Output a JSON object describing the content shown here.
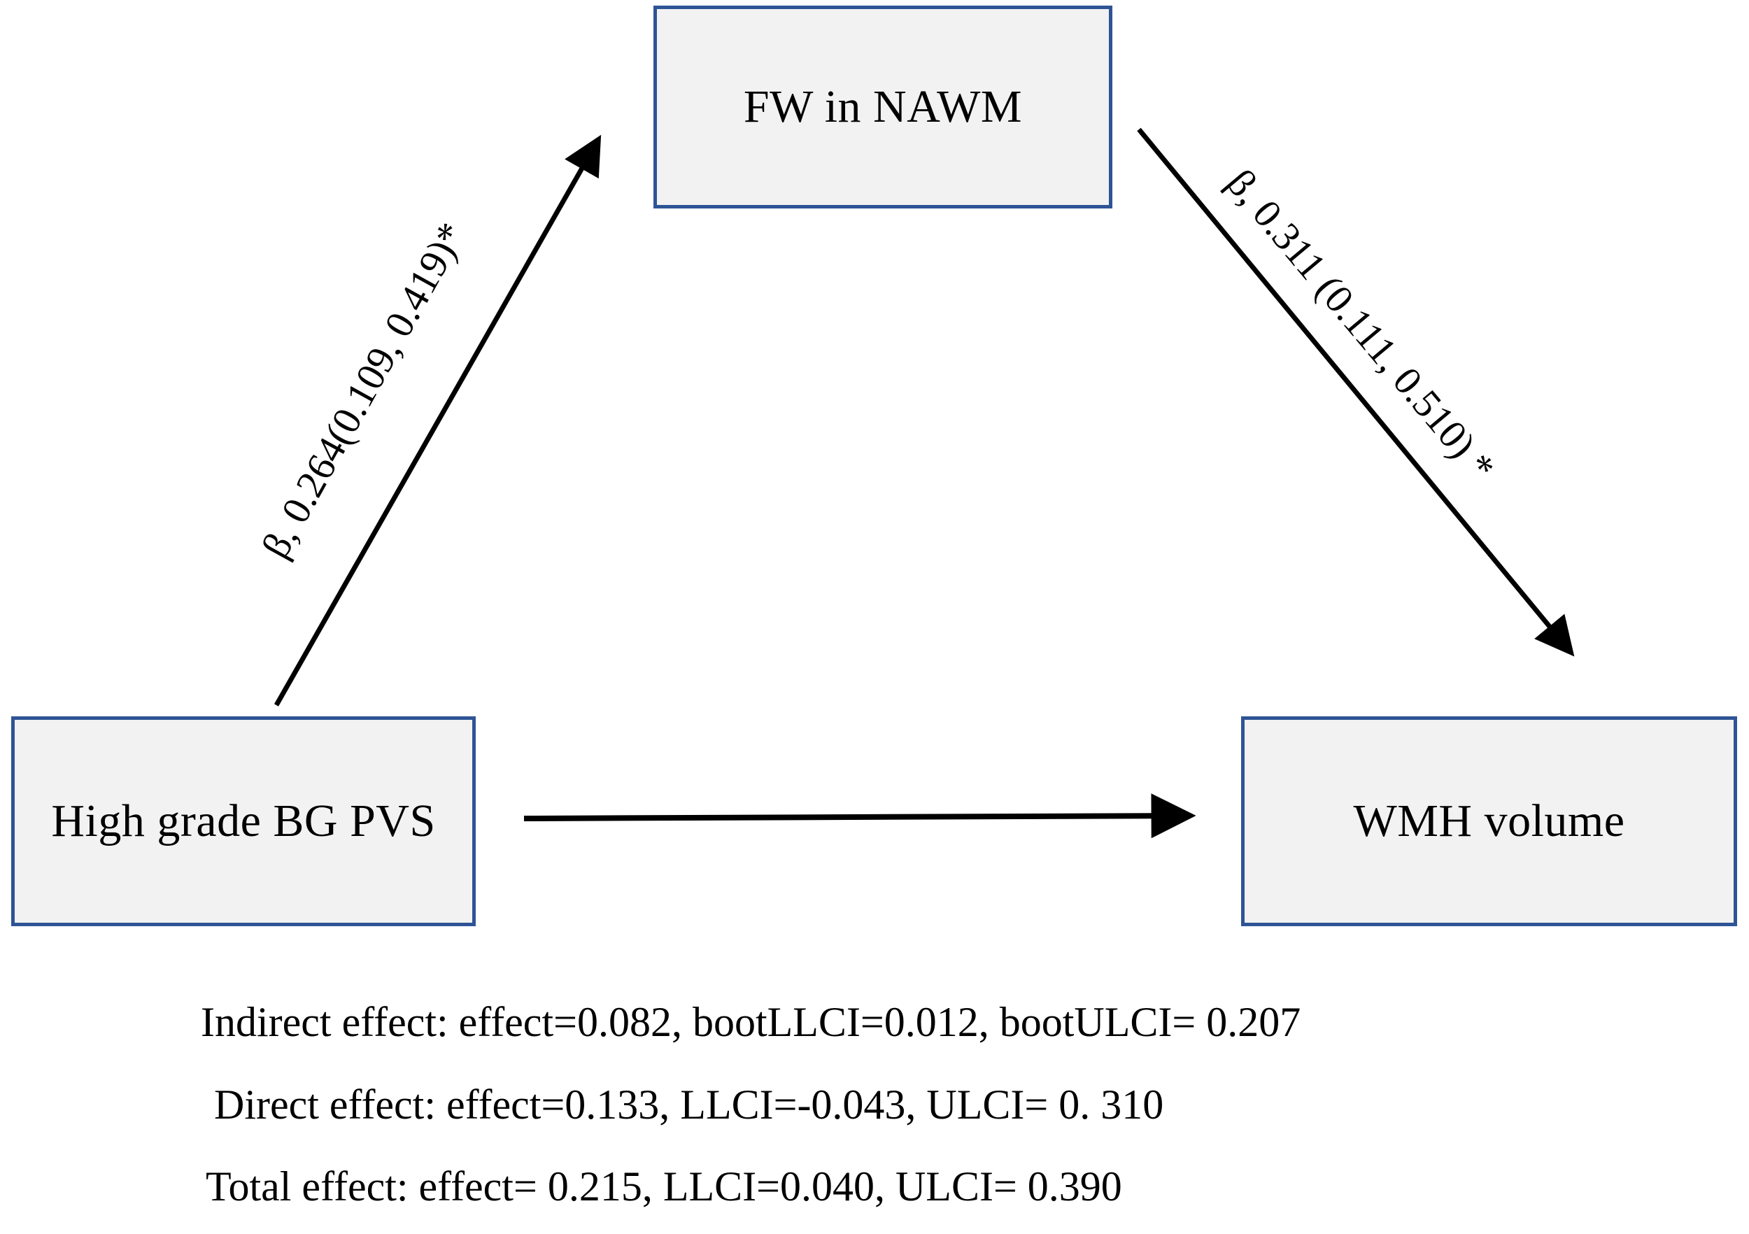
{
  "figure": {
    "type": "mediation-path-diagram",
    "boxes": {
      "mediator": "FW in NAWM",
      "predictor": "High grade BG PVS",
      "outcome": "WMH volume"
    },
    "path_labels": {
      "a": "β, 0.264(0.109, 0.419)*",
      "b": "β, 0.311 (0.111, 0.510) *"
    },
    "effects": {
      "indirect": "Indirect effect: effect=0.082, bootLLCI=0.012, bootULCI= 0.207",
      "direct": "Direct effect: effect=0.133, LLCI=-0.043, ULCI= 0. 310",
      "total": "Total effect: effect= 0.215, LLCI=0.040, ULCI= 0.390"
    },
    "colors": {
      "box_border": "#2f5496",
      "box_fill": "#f2f2f2",
      "arrow": "#000000",
      "text": "#000000",
      "background": "#ffffff"
    }
  }
}
